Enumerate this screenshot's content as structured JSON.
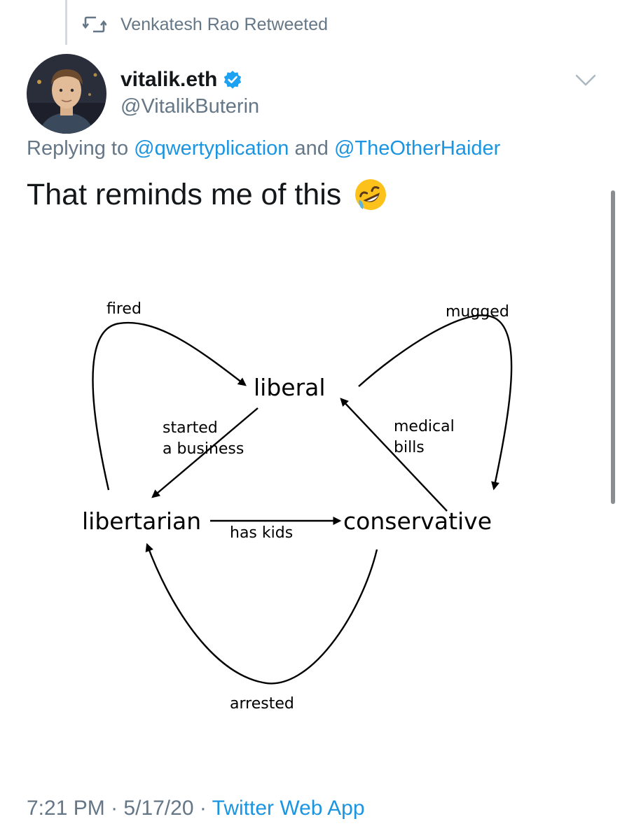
{
  "retweet": {
    "icon": "retweet-icon",
    "text": "Venkatesh Rao Retweeted"
  },
  "author": {
    "display_name": "vitalik.eth",
    "handle": "@VitalikButerin",
    "verified_icon": "verified-badge-icon",
    "avatar": "avatar"
  },
  "reply": {
    "prefix": "Replying to",
    "mention_1": "@qwertyplication",
    "conjunction": "and",
    "mention_2": "@TheOtherHaider"
  },
  "tweet": {
    "text": "That reminds me of this",
    "emoji": "rolling-on-floor-laughing-emoji"
  },
  "diagram": {
    "nodes": {
      "liberal": "liberal",
      "libertarian": "libertarian",
      "conservative": "conservative"
    },
    "edges": {
      "fired": "fired",
      "mugged": "mugged",
      "started_1": "started",
      "started_2": "a business",
      "medical_1": "medical",
      "medical_2": "bills",
      "has_kids": "has kids",
      "arrested": "arrested"
    }
  },
  "meta": {
    "time": "7:21 PM",
    "date": "5/17/20",
    "source": "Twitter Web App",
    "separator": "·"
  },
  "colors": {
    "link": "#1b95e0",
    "secondary": "#657786",
    "text": "#14171a",
    "verified": "#1da1f2"
  }
}
